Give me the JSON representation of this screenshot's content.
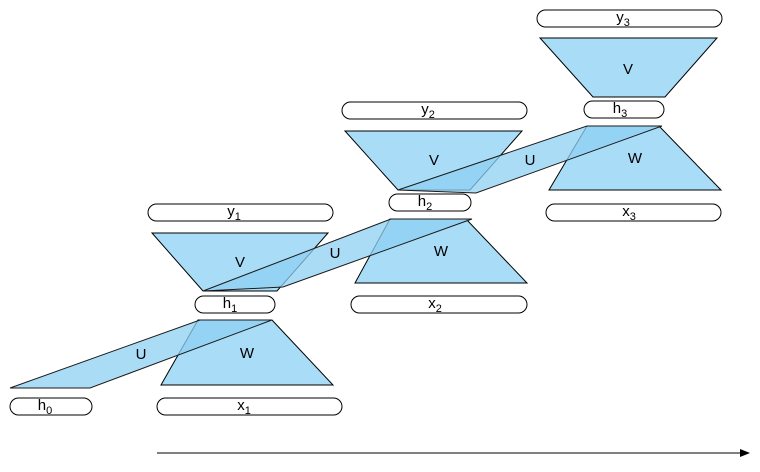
{
  "hidden_states": [
    {
      "id": "h0",
      "label": "h",
      "subscript": "0"
    },
    {
      "id": "h1",
      "label": "h",
      "subscript": "1"
    },
    {
      "id": "h2",
      "label": "h",
      "subscript": "2"
    },
    {
      "id": "h3",
      "label": "h",
      "subscript": "3"
    }
  ],
  "inputs": [
    {
      "id": "x1",
      "label": "x",
      "subscript": "1"
    },
    {
      "id": "x2",
      "label": "x",
      "subscript": "2"
    },
    {
      "id": "x3",
      "label": "x",
      "subscript": "3"
    }
  ],
  "outputs": [
    {
      "id": "y1",
      "label": "y",
      "subscript": "1"
    },
    {
      "id": "y2",
      "label": "y",
      "subscript": "2"
    },
    {
      "id": "y3",
      "label": "y",
      "subscript": "3"
    }
  ],
  "weights": {
    "input_to_hidden": "W",
    "hidden_to_hidden": "U",
    "hidden_to_output": "V"
  },
  "colors": {
    "layer_fill": "#a9dcf7",
    "recurrent_fill": "#8fd0f3",
    "stroke": "#000000"
  }
}
